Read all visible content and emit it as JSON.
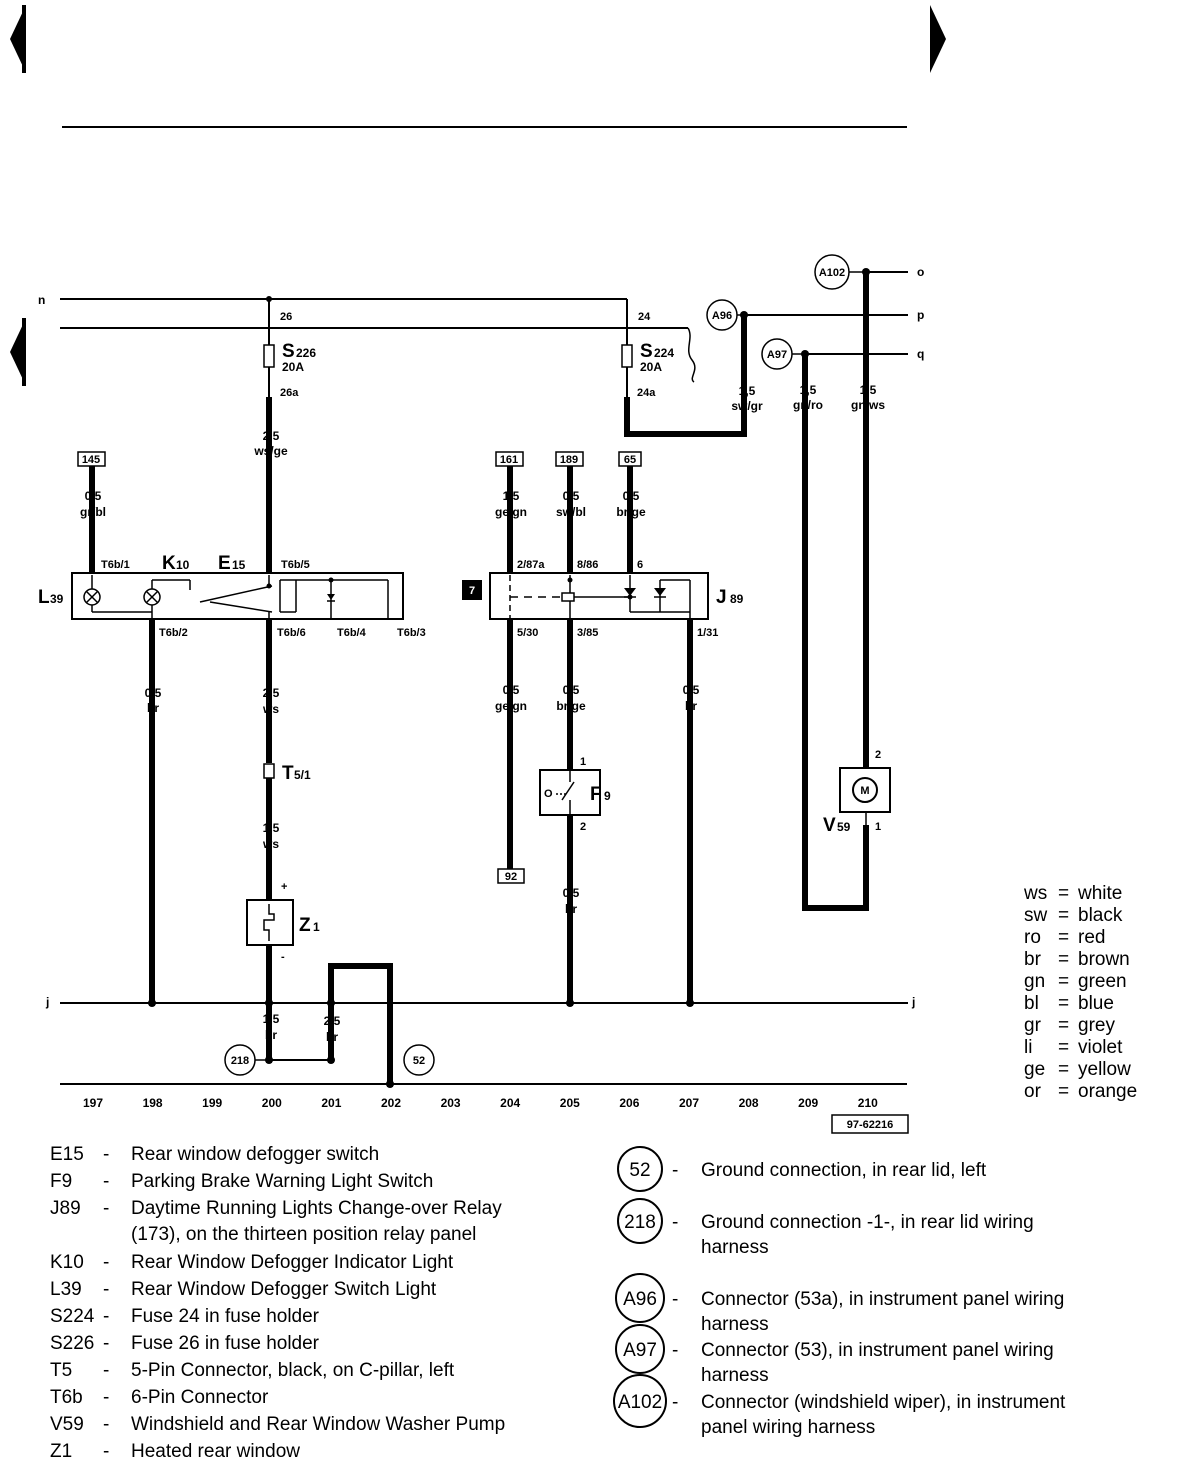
{
  "diagram": {
    "figure_id": "97-62216",
    "rails": {
      "n": "n",
      "j_left": "j",
      "j_right": "j",
      "o": "o",
      "p": "p",
      "q": "q"
    },
    "wires": {
      "s226_top": "26",
      "s226_bottom": "26a",
      "s226_name": "S",
      "s226_sub": "226",
      "s226_rating": "20A",
      "s224_top": "24",
      "s224_bottom": "24a",
      "s224_name": "S",
      "s224_sub": "224",
      "s224_rating": "20A",
      "w_ws_ge_size": "2,5",
      "w_ws_ge_color": "ws/ge",
      "w_sw_gr_size": "1,5",
      "w_sw_gr_color": "sw/gr",
      "w_gn_ro_size": "1,5",
      "w_gn_ro_color": "gn/ro",
      "w_gn_ws_size": "1,5",
      "w_gn_ws_color": "gn/ws",
      "w_gr_bl_size": "0,5",
      "w_gr_bl_color": "gr/bl",
      "w_ge_gn_top_size": "1,5",
      "w_ge_gn_top_color": "ge/gn",
      "w_sw_bl_size": "0,5",
      "w_sw_bl_color": "sw/bl",
      "w_br_ge_top_size": "0,5",
      "w_br_ge_top_color": "br/ge",
      "w_br198_size": "0,5",
      "w_br198_color": "br",
      "w_ws200_size": "2,5",
      "w_ws200_color": "ws",
      "w_ws200b_size": "1,5",
      "w_ws200b_color": "ws",
      "w_ge_gn204_size": "0,5",
      "w_ge_gn204_color": "ge/gn",
      "w_br_ge205_size": "0,5",
      "w_br_ge205_color": "br/ge",
      "w_br205b_size": "0,5",
      "w_br205b_color": "br",
      "w_br207_size": "0,5",
      "w_br207_color": "br",
      "w_br200g_size": "1,5",
      "w_br200g_color": "br",
      "w_br201g_size": "2,5",
      "w_br201g_color": "br"
    },
    "refs": {
      "r145": "145",
      "r161": "161",
      "r189": "189",
      "r65": "65",
      "r92": "92",
      "r7": "7"
    },
    "pins": {
      "t6b1": "T6b/1",
      "t6b5": "T6b/5",
      "t6b2": "T6b/2",
      "t6b6": "T6b/6",
      "t6b4": "T6b/4",
      "t6b3": "T6b/3",
      "p287a": "2/87a",
      "p886": "8/86",
      "p6": "6",
      "p530": "5/30",
      "p385": "3/85",
      "p131": "1/31",
      "f9_1": "1",
      "f9_2": "2",
      "v59_2": "2",
      "v59_1": "1",
      "z1_plus": "+",
      "z1_minus": "-",
      "t51": "T5/1"
    },
    "components": {
      "l39": "L",
      "l39_sub": "39",
      "k10": "K",
      "k10_sub": "10",
      "e15": "E",
      "e15_sub": "15",
      "j89": "J",
      "j89_sub": "89",
      "f9": "F",
      "f9_sub": "9",
      "v59": "V",
      "v59_sub": "59",
      "z1": "Z",
      "z1_sub": "1",
      "motor": "M",
      "t5": "T",
      "t5_sub": "5/1"
    },
    "connectors": {
      "a102": "A102",
      "a96": "A96",
      "a97": "A97",
      "g218": "218",
      "g52": "52"
    },
    "columns": [
      "197",
      "198",
      "199",
      "200",
      "201",
      "202",
      "203",
      "204",
      "205",
      "206",
      "207",
      "208",
      "209",
      "210"
    ]
  },
  "color_legend": [
    {
      "code": "ws",
      "name": "white"
    },
    {
      "code": "sw",
      "name": "black"
    },
    {
      "code": "ro",
      "name": "red"
    },
    {
      "code": "br",
      "name": "brown"
    },
    {
      "code": "gn",
      "name": "green"
    },
    {
      "code": "bl",
      "name": "blue"
    },
    {
      "code": "gr",
      "name": "grey"
    },
    {
      "code": "li",
      "name": "violet"
    },
    {
      "code": "ge",
      "name": "yellow"
    },
    {
      "code": "or",
      "name": "orange"
    }
  ],
  "component_legend": [
    {
      "code": "E15",
      "desc": "Rear window defogger switch"
    },
    {
      "code": "F9",
      "desc": "Parking Brake Warning Light Switch"
    },
    {
      "code": "J89",
      "desc": "Daytime Running Lights Change-over Relay",
      "desc2": "(173), on the thirteen position relay panel"
    },
    {
      "code": "K10",
      "desc": "Rear Window Defogger Indicator Light"
    },
    {
      "code": "L39",
      "desc": "Rear Window Defogger Switch Light"
    },
    {
      "code": "S224",
      "desc": "Fuse 24 in fuse holder"
    },
    {
      "code": "S226",
      "desc": "Fuse 26 in fuse holder"
    },
    {
      "code": "T5",
      "desc": "5-Pin Connector, black, on C-pillar, left"
    },
    {
      "code": "T6b",
      "desc": "6-Pin Connector"
    },
    {
      "code": "V59",
      "desc": "Windshield and Rear Window Washer Pump"
    },
    {
      "code": "Z1",
      "desc": "Heated rear window"
    }
  ],
  "connector_legend": [
    {
      "code": "52",
      "desc": "Ground connection, in rear lid, left"
    },
    {
      "code": "218",
      "desc": "Ground connection -1-, in rear lid wiring",
      "desc2": "harness"
    },
    {
      "code": "A96",
      "desc": "Connector (53a), in instrument panel wiring",
      "desc2": "harness"
    },
    {
      "code": "A97",
      "desc": "Connector (53), in instrument panel wiring",
      "desc2": "harness"
    },
    {
      "code": "A102",
      "desc": "Connector (windshield wiper), in instrument",
      "desc2": "panel wiring harness"
    }
  ],
  "dash": "-"
}
